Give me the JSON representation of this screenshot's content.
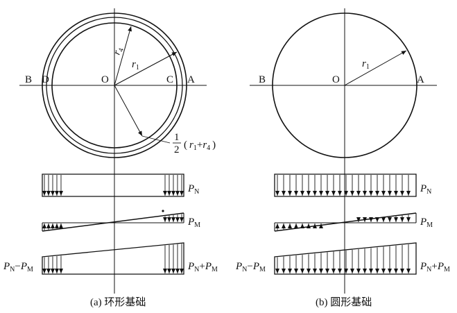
{
  "colors": {
    "ink": "#111111",
    "background": "#ffffff"
  },
  "left_panel": {
    "points": {
      "B": "B",
      "D": "D",
      "O": "O",
      "C": "C",
      "A": "A"
    },
    "radius_r4": {
      "base": "r",
      "sub": "4"
    },
    "radius_r1": {
      "base": "r",
      "sub": "1"
    },
    "mean_radius": {
      "frac_num": "1",
      "frac_den": "2",
      "open": "(",
      "r1": "r",
      "r1_sub": "1",
      "plus": "+",
      "r4": "r",
      "r4_sub": "4",
      "close": ")"
    },
    "rows": {
      "pn": {
        "base": "P",
        "sub": "N"
      },
      "pm": {
        "base": "P",
        "sub": "M"
      },
      "combined_left": {
        "a": "P",
        "a_sub": "N",
        "minus": "−",
        "b": "P",
        "b_sub": "M"
      },
      "combined_right": {
        "a": "P",
        "a_sub": "N",
        "plus": "+",
        "b": "P",
        "b_sub": "M"
      }
    },
    "caption": "(a) 环形基础"
  },
  "right_panel": {
    "points": {
      "B": "B",
      "O": "O",
      "A": "A"
    },
    "radius_r1": {
      "base": "r",
      "sub": "1"
    },
    "rows": {
      "pn": {
        "base": "P",
        "sub": "N"
      },
      "pm": {
        "base": "P",
        "sub": "M"
      },
      "combined_left": {
        "a": "P",
        "a_sub": "N",
        "minus": "−",
        "b": "P",
        "b_sub": "M"
      },
      "combined_right": {
        "a": "P",
        "a_sub": "N",
        "plus": "+",
        "b": "P",
        "b_sub": "M"
      }
    },
    "caption": "(b) 圆形基础"
  }
}
